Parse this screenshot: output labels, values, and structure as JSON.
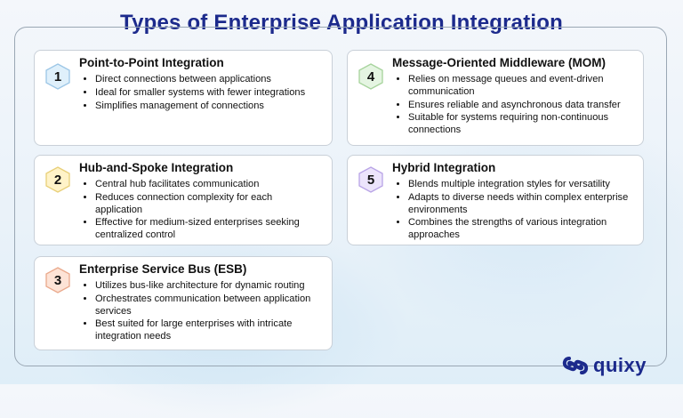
{
  "title": "Types of Enterprise Application Integration",
  "cards": [
    {
      "number": "1",
      "title": "Point-to-Point Integration",
      "hex_fill": "#dff0fb",
      "hex_stroke": "#9cc6e6",
      "points": [
        "Direct connections between applications",
        "Ideal for smaller systems with fewer integrations",
        "Simplifies management of connections"
      ]
    },
    {
      "number": "2",
      "title": "Hub-and-Spoke Integration",
      "hex_fill": "#fff3c8",
      "hex_stroke": "#e8cf78",
      "points": [
        "Central hub facilitates communication",
        "Reduces connection complexity for each application",
        "Effective for medium-sized enterprises seeking centralized control"
      ]
    },
    {
      "number": "3",
      "title": "Enterprise Service Bus (ESB)",
      "hex_fill": "#fde3d6",
      "hex_stroke": "#eaa98c",
      "points": [
        "Utilizes bus-like architecture for dynamic routing",
        "Orchestrates communication between application services",
        "Best suited for large enterprises with intricate integration needs"
      ]
    },
    {
      "number": "4",
      "title": "Message-Oriented Middleware (MOM)",
      "hex_fill": "#e5f5e2",
      "hex_stroke": "#a6d39c",
      "points": [
        "Relies on message queues and event-driven communication",
        "Ensures reliable and asynchronous data transfer",
        "Suitable for systems requiring non-continuous connections"
      ]
    },
    {
      "number": "5",
      "title": "Hybrid Integration",
      "hex_fill": "#ece4fb",
      "hex_stroke": "#b8a3e6",
      "points": [
        "Blends multiple integration styles for versatility",
        "Adapts to diverse needs within complex enterprise environments",
        "Combines the strengths of various integration approaches"
      ]
    }
  ],
  "brand": {
    "name": "quixy",
    "color": "#1c2a8c"
  }
}
